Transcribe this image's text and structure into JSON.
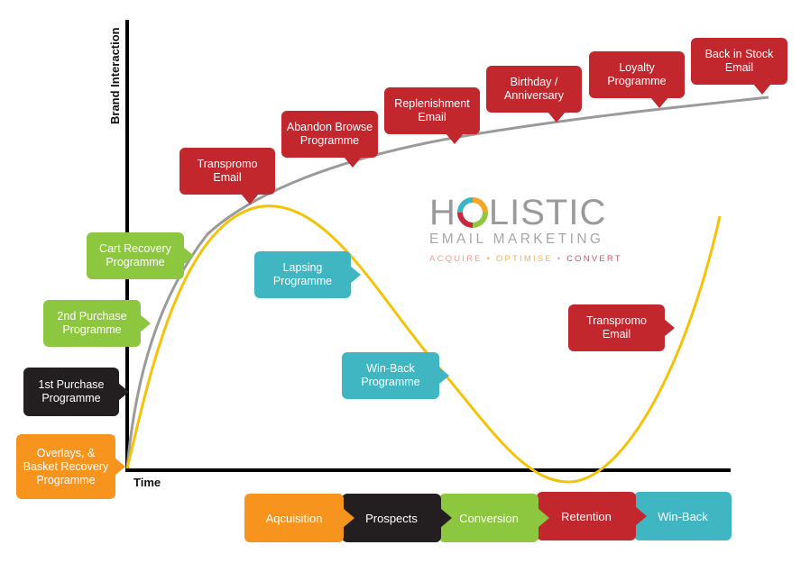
{
  "axes": {
    "y_label": "Brand Interaction",
    "x_label": "Time"
  },
  "logo": {
    "main_pre": "H",
    "main_post": "LISTIC",
    "sub": "EMAIL MARKETING",
    "tag_parts": [
      {
        "text": "ACQUIRE",
        "color": "#f39c8d"
      },
      {
        "text": " • ",
        "color": "#f0b25a"
      },
      {
        "text": "OPTIMISE",
        "color": "#f0b25a"
      },
      {
        "text": " • ",
        "color": "#e4a0b0"
      },
      {
        "text": "CONVERT",
        "color": "#c9566a"
      }
    ],
    "ring_colors": [
      "#f5a623",
      "#8dc63f",
      "#c8283f",
      "#3db6c2"
    ]
  },
  "colors": {
    "orange": "#f7941d",
    "black": "#231f20",
    "green": "#8dc63f",
    "red": "#c1272d",
    "teal": "#3fb6c1",
    "curve_gray": "#9a9a9a",
    "curve_yellow": "#f5c20a"
  },
  "left_bubbles": {
    "overlays": "Overlays, & Basket Recovery Programme",
    "first_purchase": "1st Purchase Programme",
    "second_purchase": "2nd Purchase Programme",
    "cart_recovery": "Cart Recovery Programme"
  },
  "top_bubbles": {
    "transpromo": "Transpromo Email",
    "abandon_browse": "Abandon Browse Programme",
    "replenishment": "Replenishment Email",
    "birthday": "Birthday / Anniversary",
    "loyalty": "Loyalty Programme",
    "back_in_stock": "Back in Stock Email"
  },
  "curve_bubbles": {
    "lapsing": "Lapsing Programme",
    "win_back": "Win-Back Programme",
    "transpromo_right": "Transpromo Email"
  },
  "stages": [
    "Aqcuisition",
    "Prospects",
    "Conversion",
    "Retention",
    "Win-Back"
  ]
}
